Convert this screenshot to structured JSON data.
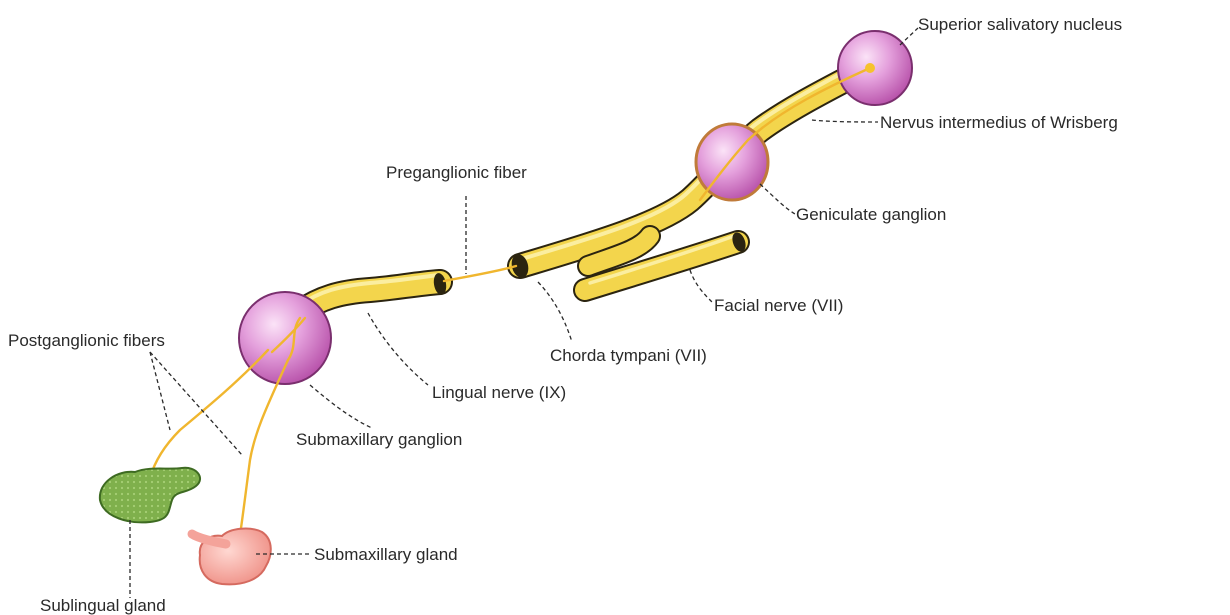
{
  "labels": {
    "superior_salivatory_nucleus": "Superior salivatory nucleus",
    "nervus_intermedius": "Nervus intermedius of Wrisberg",
    "preganglionic_fiber": "Preganglionic fiber",
    "geniculate_ganglion": "Geniculate ganglion",
    "facial_nerve": "Facial nerve (VII)",
    "chorda_tympani": "Chorda tympani (VII)",
    "postganglionic_fibers": "Postganglionic fibers",
    "lingual_nerve": "Lingual nerve (IX)",
    "submaxillary_ganglion": "Submaxillary ganglion",
    "submaxillary_gland": "Submaxillary gland",
    "sublingual_gland": "Sublingual gland"
  },
  "colors": {
    "nerve": "#f3d54c",
    "fiber": "#f0b62e",
    "ganglion": "#d77bcc",
    "sublingual_gland": "#79ad4a",
    "submaxillary_gland": "#f4a39a",
    "label_text": "#2a2a2a"
  }
}
